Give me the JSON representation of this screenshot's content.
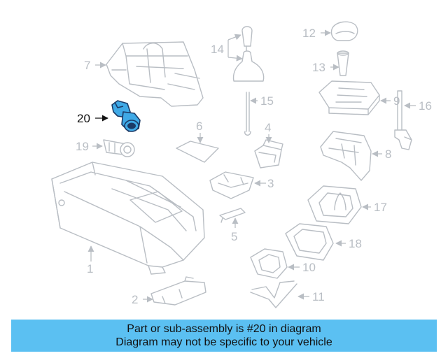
{
  "diagram": {
    "highlight_color": "#3fa9e6",
    "part_line_color": "#b9bec4",
    "callouts": {
      "c1": "1",
      "c2": "2",
      "c3": "3",
      "c4": "4",
      "c5": "5",
      "c6": "6",
      "c7": "7",
      "c8": "8",
      "c9": "9",
      "c10": "10",
      "c11": "11",
      "c12": "12",
      "c13": "13",
      "c14": "14",
      "c15": "15",
      "c16": "16",
      "c17": "17",
      "c18": "18",
      "c19": "19",
      "c20": "20"
    }
  },
  "banner": {
    "line1": "Part or sub-assembly is #20 in diagram",
    "line2": "Diagram may not be specific to your vehicle",
    "background": "#5bc0f2"
  }
}
